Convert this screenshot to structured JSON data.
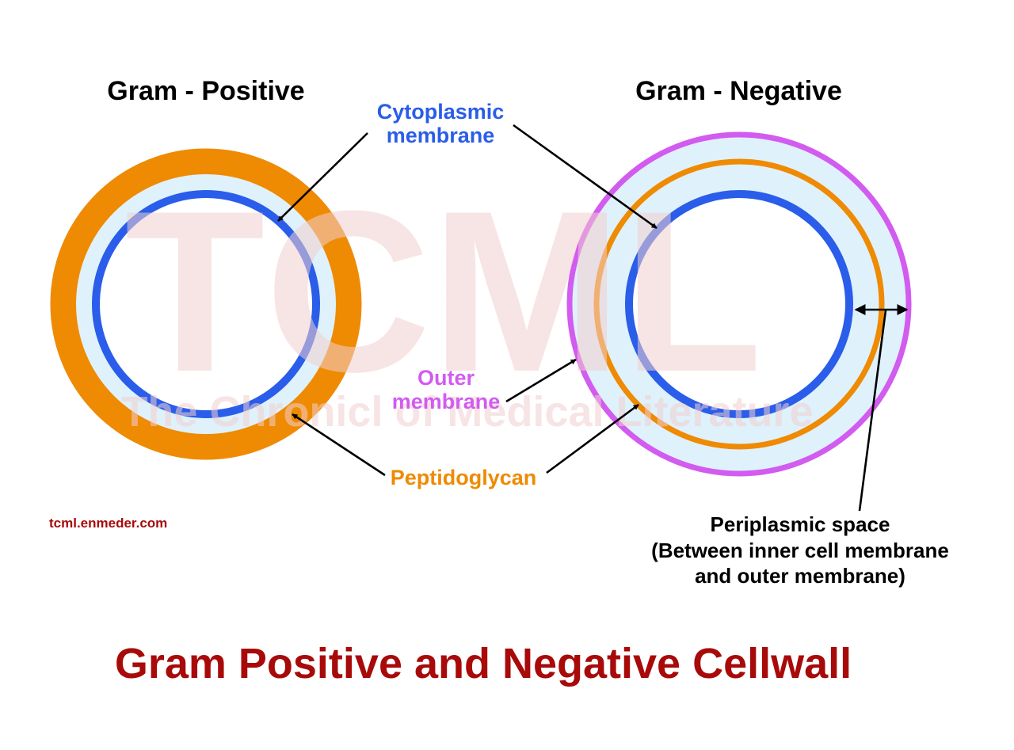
{
  "colors": {
    "peptidoglycan": "#ef8a03",
    "cytoplasmic_membrane": "#2a5de9",
    "outer_membrane": "#d25bf0",
    "periplasm_fill": "#dff1fb",
    "title": "#a80a0a",
    "site": "#a80a0a",
    "watermark": "#f7e2e2",
    "arrow": "#000000"
  },
  "panels": {
    "left_title": "Gram - Positive",
    "right_title": "Gram - Negative"
  },
  "labels": {
    "cytoplasmic_line1": "Cytoplasmic",
    "cytoplasmic_line2": "membrane",
    "outer_line1": "Outer",
    "outer_line2": "membrane",
    "peptidoglycan": "Peptidoglycan",
    "periplasmic_line1": "Periplasmic space",
    "periplasmic_line2": "(Between inner cell membrane",
    "periplasmic_line3": "and outer membrane)"
  },
  "site": "tcml.enmeder.com",
  "watermark": {
    "logo": "TCML",
    "tagline": "The Chronicl of Medical Literature"
  },
  "main_title": "Gram Positive and Negative Cellwall"
}
